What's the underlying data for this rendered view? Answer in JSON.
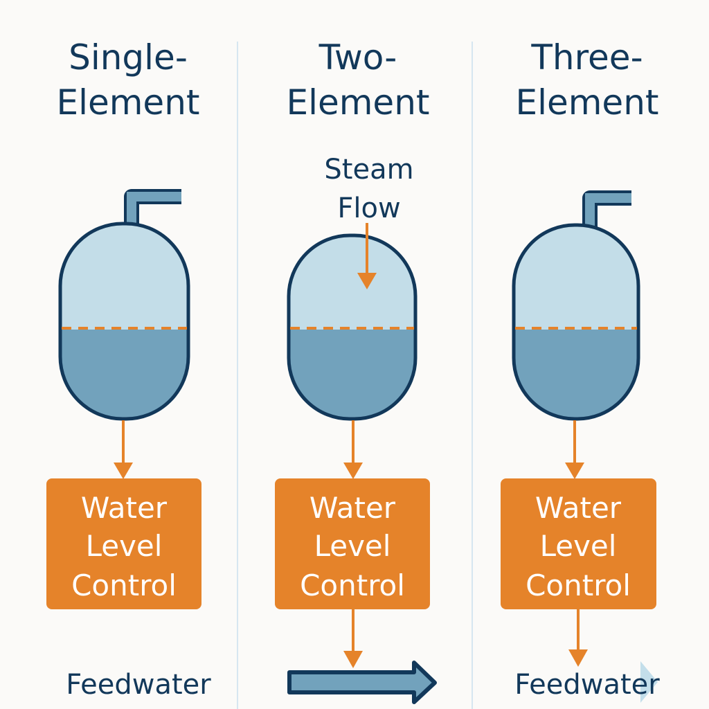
{
  "columns": [
    {
      "title_line1": "Single-",
      "title_line2": "Element",
      "box": [
        "Water",
        "Level",
        "Control"
      ],
      "bottom_label": "Feedwater"
    },
    {
      "title_line1": "Two-",
      "title_line2": "Element",
      "signal_line1": "Steam",
      "signal_line2": "Flow",
      "box": [
        "Water",
        "Level",
        "Control"
      ]
    },
    {
      "title_line1": "Three-",
      "title_line2": "Element",
      "box": [
        "Water",
        "Level",
        "Control"
      ],
      "bottom_label": "Feedwater"
    }
  ],
  "colors": {
    "navy": "#12385a",
    "steam": "#c3dde8",
    "water": "#72a2bc",
    "orange": "#e5832a",
    "divider": "#d6e6f0",
    "background": "#fbfaf8"
  }
}
